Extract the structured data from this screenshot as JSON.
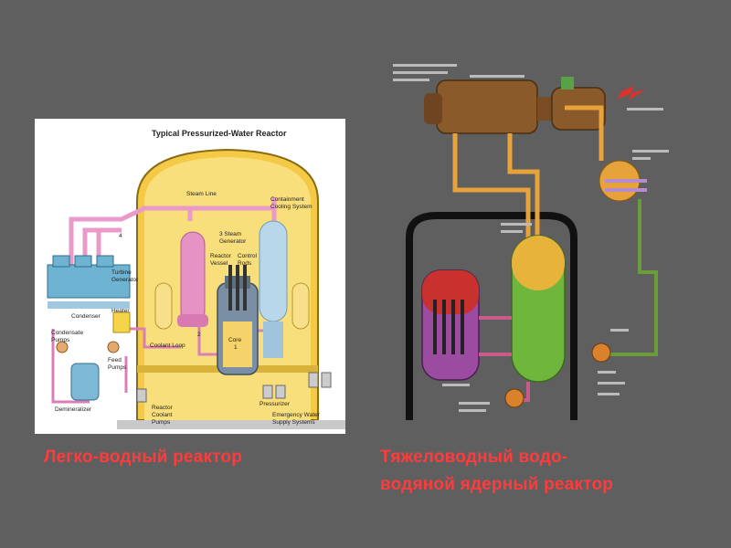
{
  "left_diagram": {
    "title": "Typical Pressurized-Water Reactor",
    "labels": {
      "steam_line": "Steam Line",
      "containment_cooling": "Containment",
      "containment_cooling_2": "Cooling System",
      "steam_generator": "3 Steam",
      "steam_generator_2": "Generator",
      "reactor_vessel": "Reactor",
      "reactor_vessel_2": "Vessel",
      "control_rods": "Control",
      "control_rods_2": "Rods",
      "turbine_generator": "Turbine",
      "turbine_generator_2": "Generator",
      "condenser": "Condenser",
      "heater": "Heater",
      "condensate_pumps": "Condensate",
      "condensate_pumps_2": "Pumps",
      "feed_pumps": "Feed",
      "feed_pumps_2": "Pumps",
      "coolant_loop": "Coolant Loop",
      "core": "Core",
      "core_num": "1",
      "demineralizer": "Demineralizer",
      "reactor_coolant_pumps": "Reactor",
      "reactor_coolant_pumps_2": "Coolant",
      "reactor_coolant_pumps_3": "Pumps",
      "pressurizer": "Pressurizer",
      "emergency_water": "Emergency Water",
      "emergency_water_2": "Supply Systems",
      "num_4": "4",
      "num_2": "2"
    }
  },
  "captions": {
    "left": "Легко-водный реактор",
    "right_line1": "Тяжеловодный водо-",
    "right_line2": "водяной ядерный реактор"
  },
  "colors": {
    "background": "#5f5f5f",
    "caption": "#ff3b3b",
    "containment": "#f6d255",
    "pipe_pink": "#e99ac8",
    "pipe_orange": "#e8a23a",
    "pipe_green": "#6a9c3a"
  }
}
